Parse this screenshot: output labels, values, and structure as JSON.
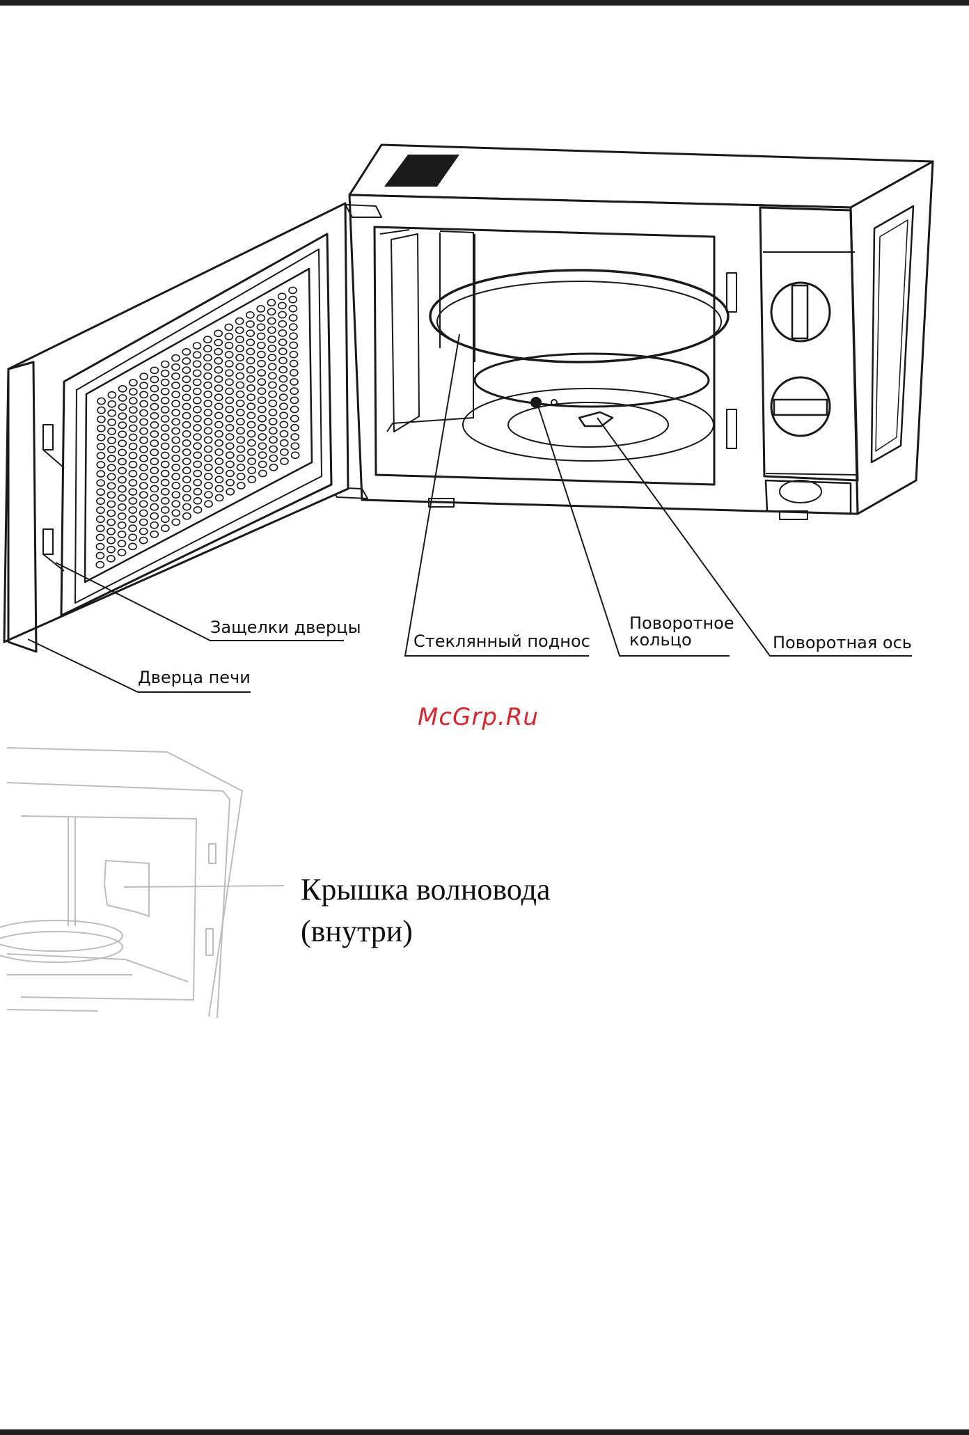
{
  "labels": {
    "door_latches": "Защелки дверцы",
    "oven_door": "Дверца печи",
    "glass_tray": "Стеклянный поднос",
    "turntable_ring_line1": "Поворотное",
    "turntable_ring_line2": "кольцо",
    "turntable_axis": "Поворотная ось",
    "waveguide_cover_line1": "Крышка волновода",
    "waveguide_cover_line2": "(внутри)"
  },
  "watermark": "McGrp.Ru",
  "colors": {
    "line": "#1a1a1a",
    "grey_line": "#bdbdbd",
    "watermark": "#d6262e",
    "bar": "#1f1f1f"
  }
}
